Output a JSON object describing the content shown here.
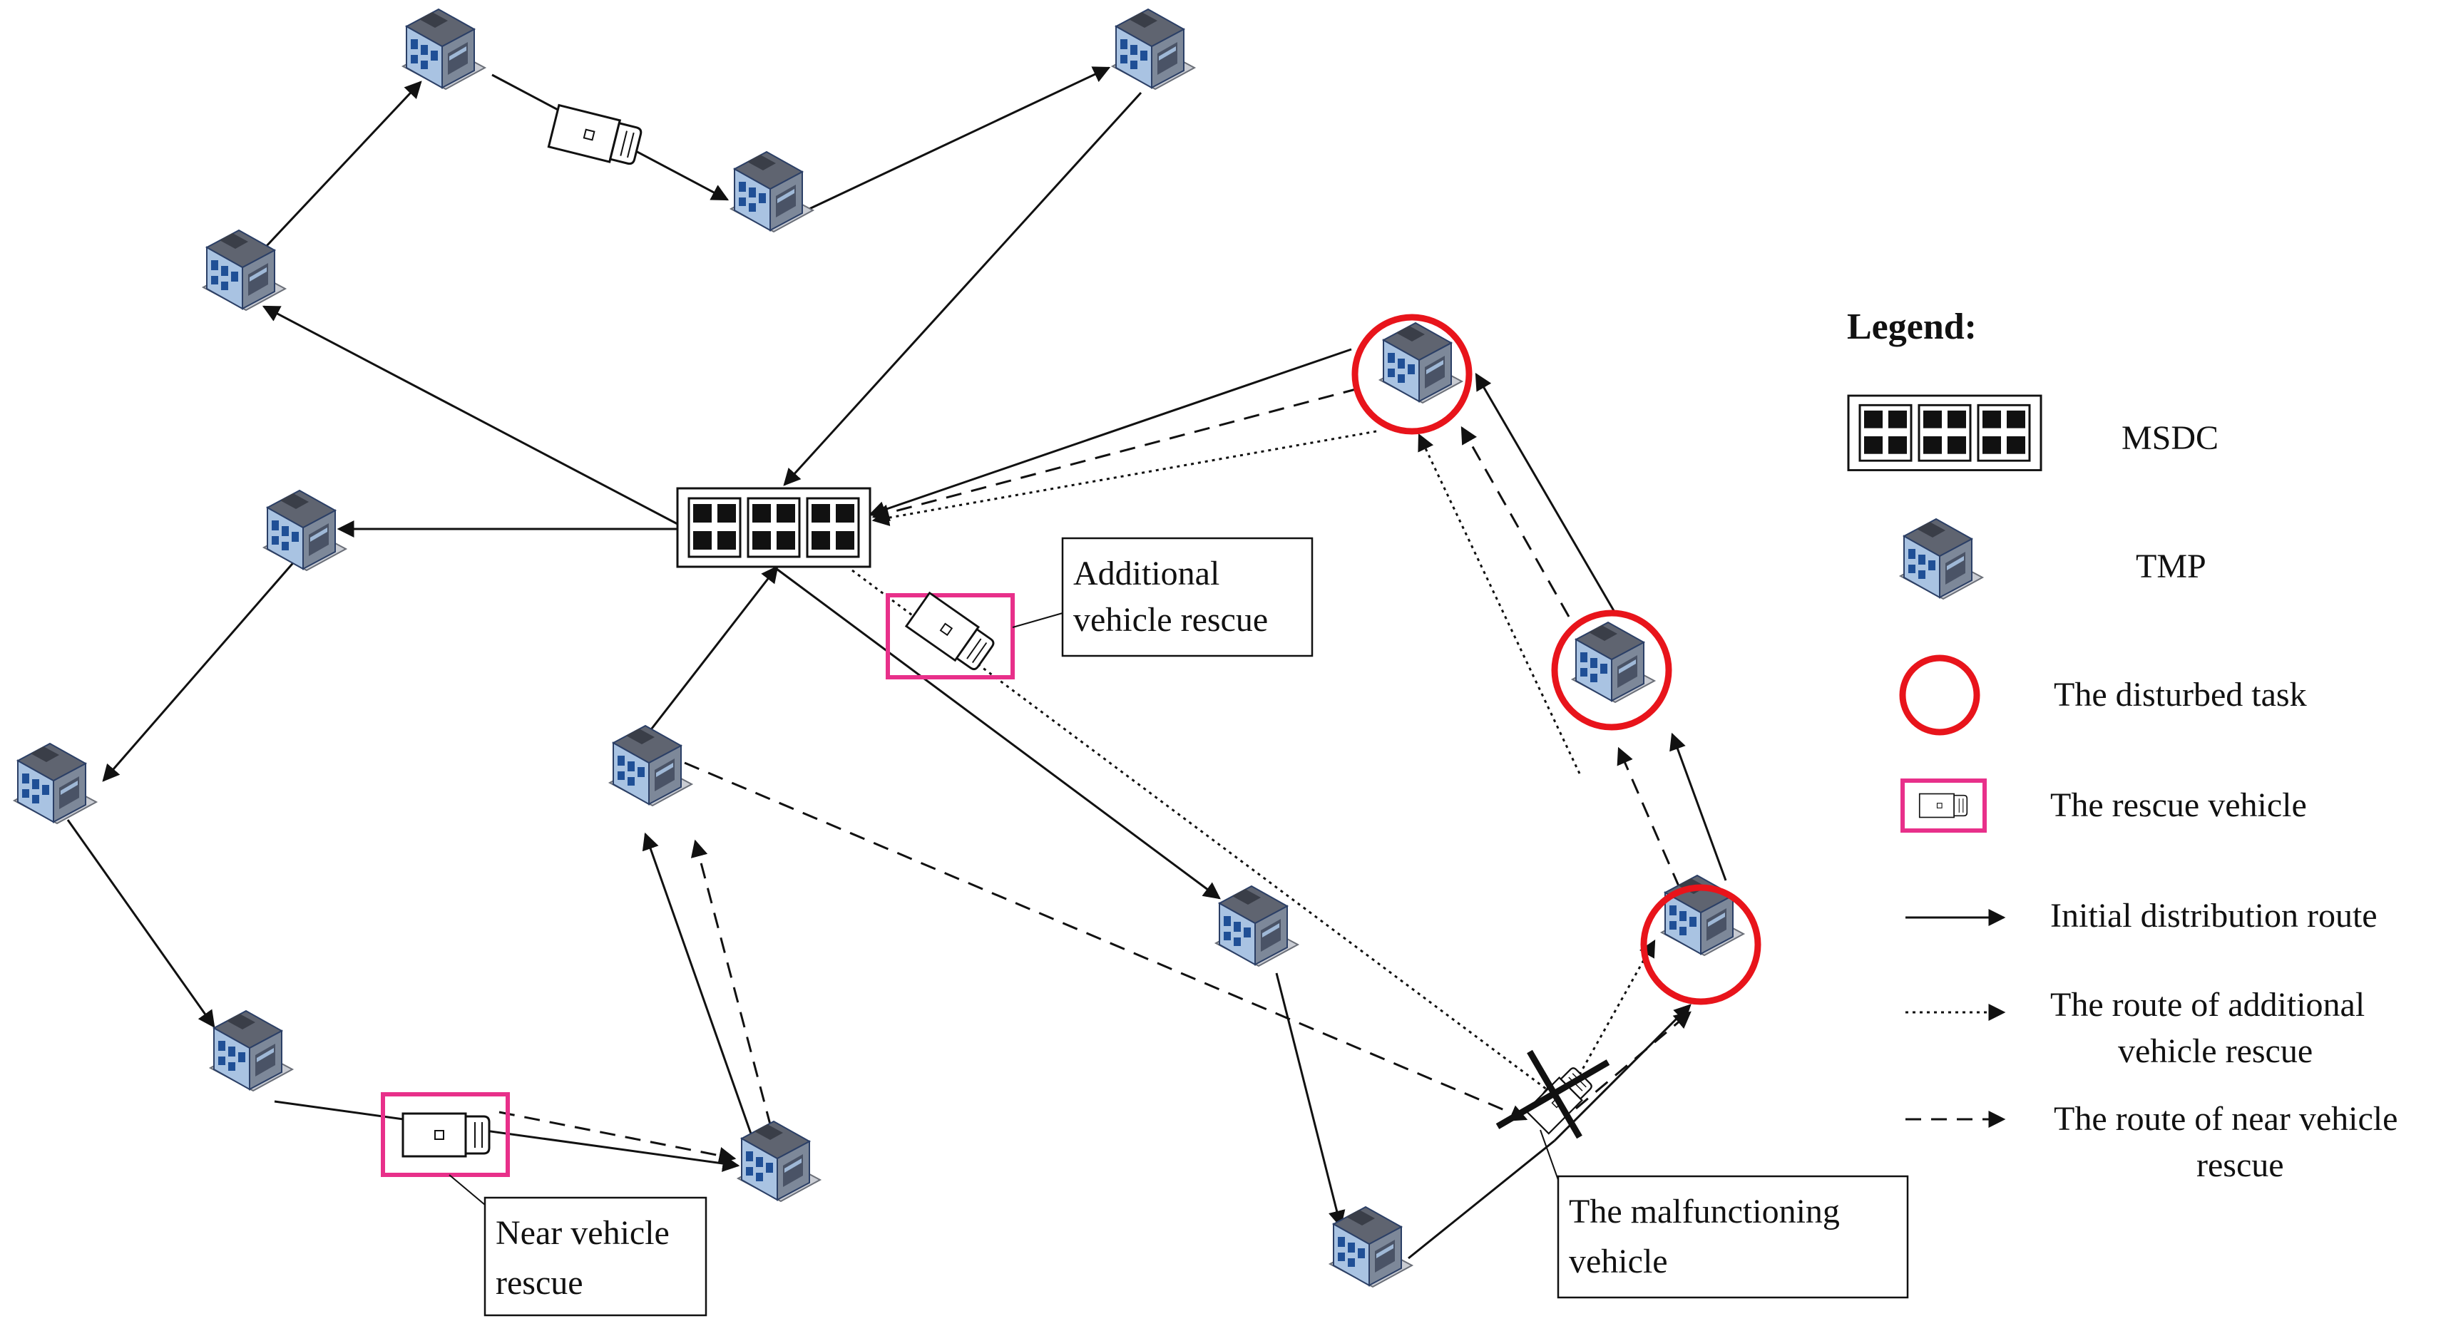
{
  "legend": {
    "title": "Legend:",
    "msdc": "MSDC",
    "tmp": "TMP",
    "disturbed": "The disturbed task",
    "rescue_vehicle": "The rescue vehicle",
    "initial_route": "Initial distribution route",
    "additional_route_line1": "The route of additional",
    "additional_route_line2": "vehicle rescue",
    "near_route_line1": "The route of near vehicle",
    "near_route_line2": "rescue"
  },
  "callouts": {
    "additional_line1": "Additional",
    "additional_line2": "vehicle rescue",
    "near_line1": "Near vehicle",
    "near_line2": "rescue",
    "malfunction_line1": "The malfunctioning",
    "malfunction_line2": "vehicle"
  },
  "colors": {
    "disturbed_circle": "#e8141b",
    "rescue_box": "#e8308a",
    "line": "#111111",
    "building_roof": "#8a8f9c",
    "building_wall": "#9fb8d6",
    "building_window": "#2a5aa0"
  },
  "icons": {
    "tmp": "building-icon",
    "msdc": "warehouse-grid-icon",
    "vehicle": "truck-icon"
  }
}
